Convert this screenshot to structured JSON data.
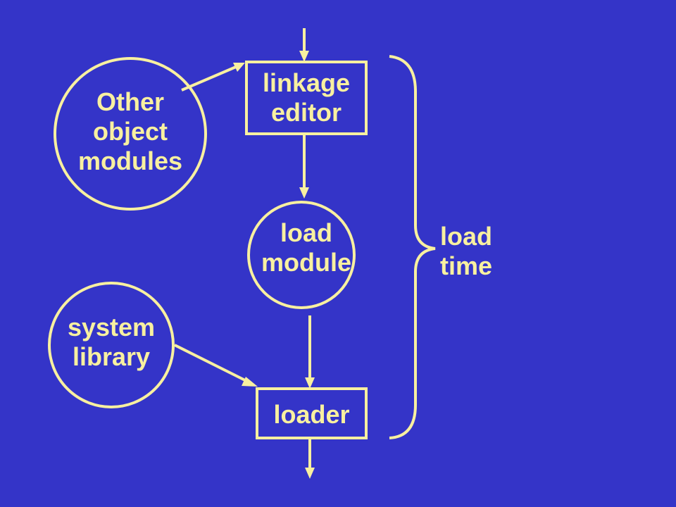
{
  "diagram": {
    "linkage_editor": {
      "line1": "linkage",
      "line2": "editor"
    },
    "other_modules": {
      "line1": "Other",
      "line2": "object",
      "line3": "modules"
    },
    "load_module": {
      "line1": "load",
      "line2": "module"
    },
    "system_library": {
      "line1": "system",
      "line2": "library"
    },
    "loader": {
      "line1": "loader"
    },
    "load_time": {
      "line1": "load",
      "line2": "time"
    }
  },
  "colors": {
    "background": "#3434c8",
    "foreground": "#f8f0a0"
  }
}
